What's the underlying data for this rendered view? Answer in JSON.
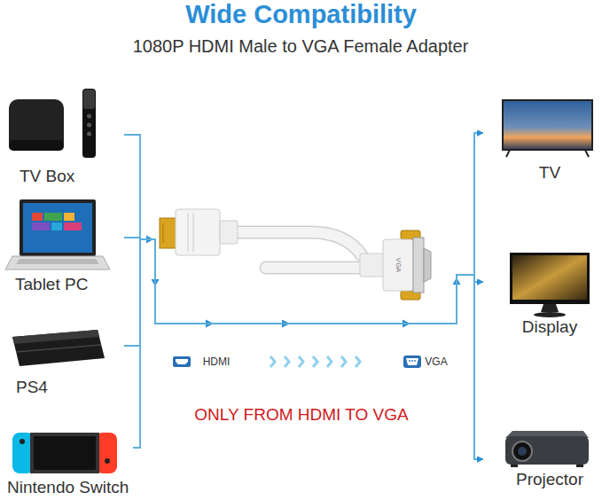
{
  "diagram": {
    "title": "Wide Compatibility",
    "nodes": [
      {
        "text": [
          "TV Box"
        ]
      },
      {
        "text": [
          "Tablet PC"
        ]
      },
      {
        "text": [
          "PS4"
        ]
      },
      {
        "text": [
          "Nintendo Switch"
        ]
      },
      {
        "text": [
          "TV"
        ]
      },
      {
        "text": [
          "Display"
        ]
      },
      {
        "text": [
          "Projector"
        ]
      }
    ],
    "edges": [
      {
        "from": 0,
        "to": 4,
        "arrow": "to"
      },
      {
        "from": 0,
        "to": 5,
        "arrow": "to"
      },
      {
        "from": 0,
        "to": 6,
        "arrow": "to"
      },
      {
        "from": 1,
        "to": 4,
        "arrow": "to"
      },
      {
        "from": 1,
        "to": 5,
        "arrow": "to"
      },
      {
        "from": 1,
        "to": 6,
        "arrow": "to"
      },
      {
        "from": 2,
        "to": 4,
        "arrow": "to"
      },
      {
        "from": 2,
        "to": 5,
        "arrow": "to"
      },
      {
        "from": 2,
        "to": 6,
        "arrow": "to"
      },
      {
        "from": 3,
        "to": 4,
        "arrow": "to"
      },
      {
        "from": 3,
        "to": 5,
        "arrow": "to"
      },
      {
        "from": 3,
        "to": 6,
        "arrow": "to"
      }
    ],
    "labels": [
      "1080P HDMI Male to VGA Female Adapter",
      "VGA",
      "HDMI",
      "VGA",
      "ONLY FROM HDMI TO VGA"
    ]
  }
}
